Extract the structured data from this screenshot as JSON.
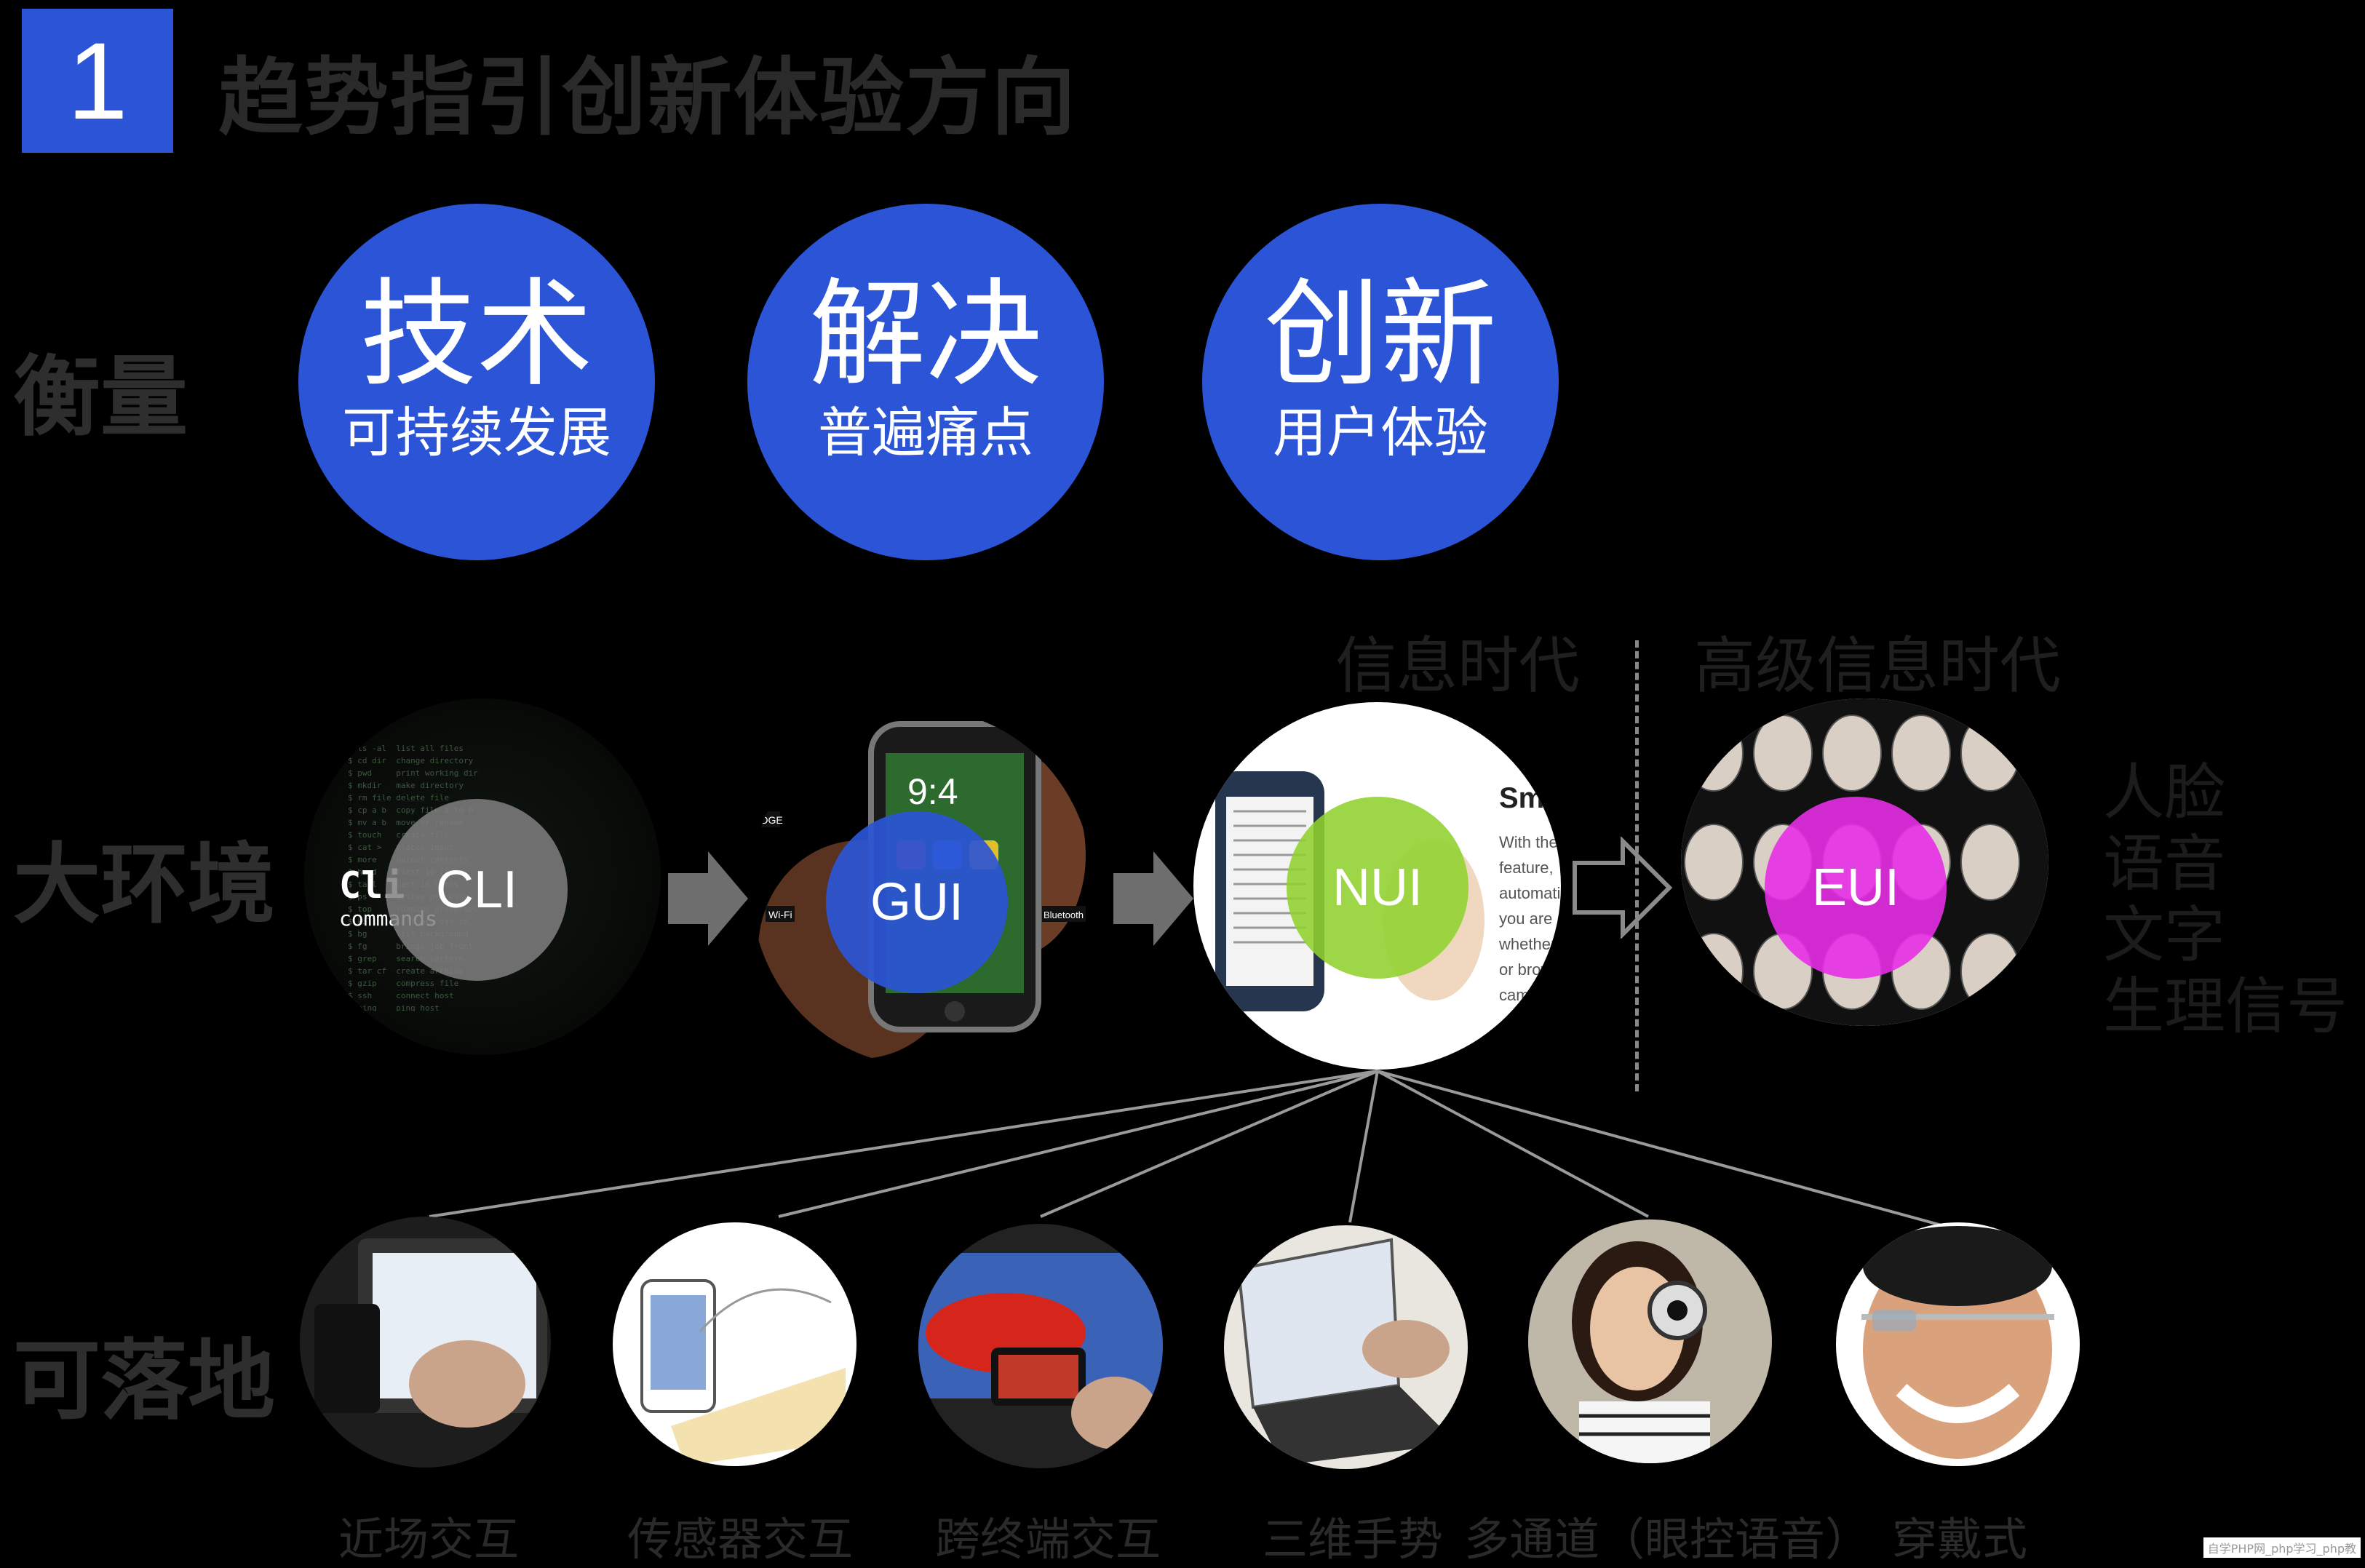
{
  "header": {
    "number": "1",
    "title": "趋势指引创新体验方向"
  },
  "rows": {
    "measure": "衡量",
    "environment": "大环境",
    "landing": "可落地"
  },
  "principles": [
    {
      "big": "技术",
      "small": "可持续发展"
    },
    {
      "big": "解决",
      "small": "普遍痛点"
    },
    {
      "big": "创新",
      "small": "用户体验"
    }
  ],
  "eras": {
    "info": "信息时代",
    "advanced": "高级信息时代"
  },
  "interfaces": {
    "cli": "CLI",
    "gui": "GUI",
    "nui": "NUI",
    "eui": "EUI",
    "cli_cmd_big": "Cli",
    "cli_cmd_small": "commands"
  },
  "eui_inputs": [
    "人脸",
    "语音",
    "文字",
    "生理信号"
  ],
  "interactions": [
    "近场交互",
    "传感器交互",
    "跨终端交互",
    "三维手势",
    "多通道（眼控语音）",
    "穿戴式"
  ],
  "colors": {
    "blue": "#2b55d6",
    "green": "#8fd12e",
    "magenta": "#e52ee5",
    "gray": "#808080"
  },
  "watermark": "自学PHP网_php学习_php教"
}
